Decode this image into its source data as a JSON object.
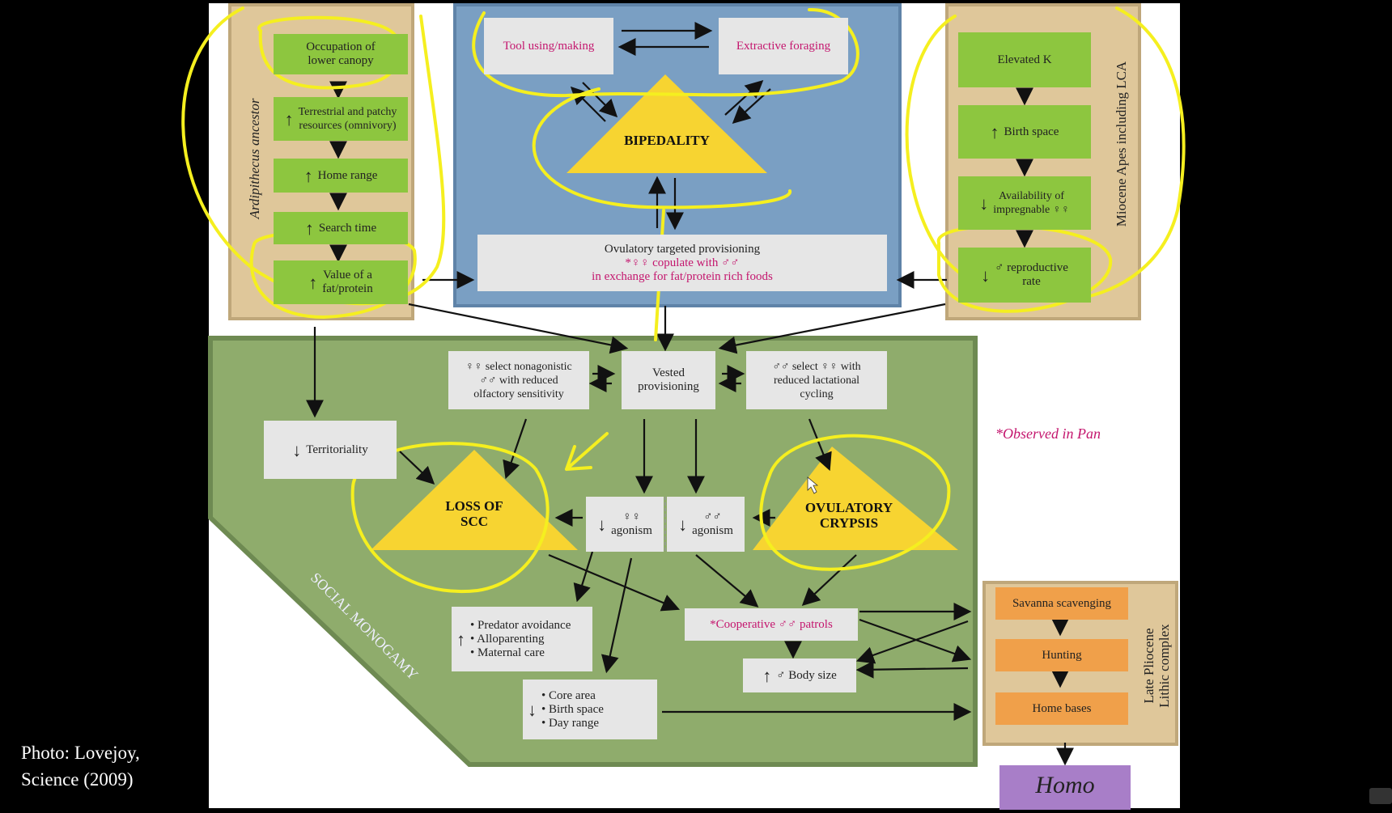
{
  "credit": "Photo: Lovejoy,\nScience (2009)",
  "left_panel": {
    "label": "Ardipithecus ancestor",
    "items": [
      "Occupation of\nlower canopy",
      "Terrestrial and patchy\nresources (omnivory)",
      "Home range",
      "Search time",
      "Value of a\nfat/protein"
    ]
  },
  "center_panel": {
    "tool": "Tool using/making",
    "foraging": "Extractive foraging",
    "bipedality": "BIPEDALITY",
    "provision_line1": "Ovulatory targeted provisioning",
    "provision_line2": "*♀♀ copulate with ♂♂",
    "provision_line3": "in exchange for fat/protein rich foods"
  },
  "right_panel": {
    "label": "Miocene Apes including LCA",
    "items": [
      "Elevated K",
      "Birth space",
      "Availability of\nimpregnable ♀♀",
      "♂ reproductive\nrate"
    ]
  },
  "social": {
    "label": "SOCIAL MONOGAMY",
    "select_left": "♀♀ select nonagonistic\n♂♂ with reduced\nolfactory sensitivity",
    "vested": "Vested\nprovisioning",
    "select_right": "♂♂ select ♀♀ with\nreduced lactational\ncycling",
    "territoriality": "Territoriality",
    "loss_scc": "LOSS OF\nSCC",
    "female_agonism": "♀♀\nagonism",
    "male_agonism": "♂♂\nagonism",
    "ovulatory_crypsis": "OVULATORY\nCRYPSIS",
    "predator": "• Predator avoidance\n• Alloparenting\n• Maternal care",
    "core": "• Core area\n• Birth space\n• Day range",
    "patrols": "*Cooperative ♂♂ patrols",
    "body_size": "♂  Body size"
  },
  "observed_note": "*Observed in Pan",
  "late_pliocene": {
    "label": "Late Pliocene\nLithic complex",
    "items": [
      "Savanna scavenging",
      "Hunting",
      "Home bases"
    ]
  },
  "homo": "Homo",
  "colors": {
    "green": "#8dc63f",
    "tan": "#dfc79a",
    "blue": "#7a9fc3",
    "social": "#8fac6c",
    "yellow": "#f7d431",
    "purple": "#a87ec8",
    "pink": "#c4166e",
    "highlight": "#f5ef1f"
  }
}
